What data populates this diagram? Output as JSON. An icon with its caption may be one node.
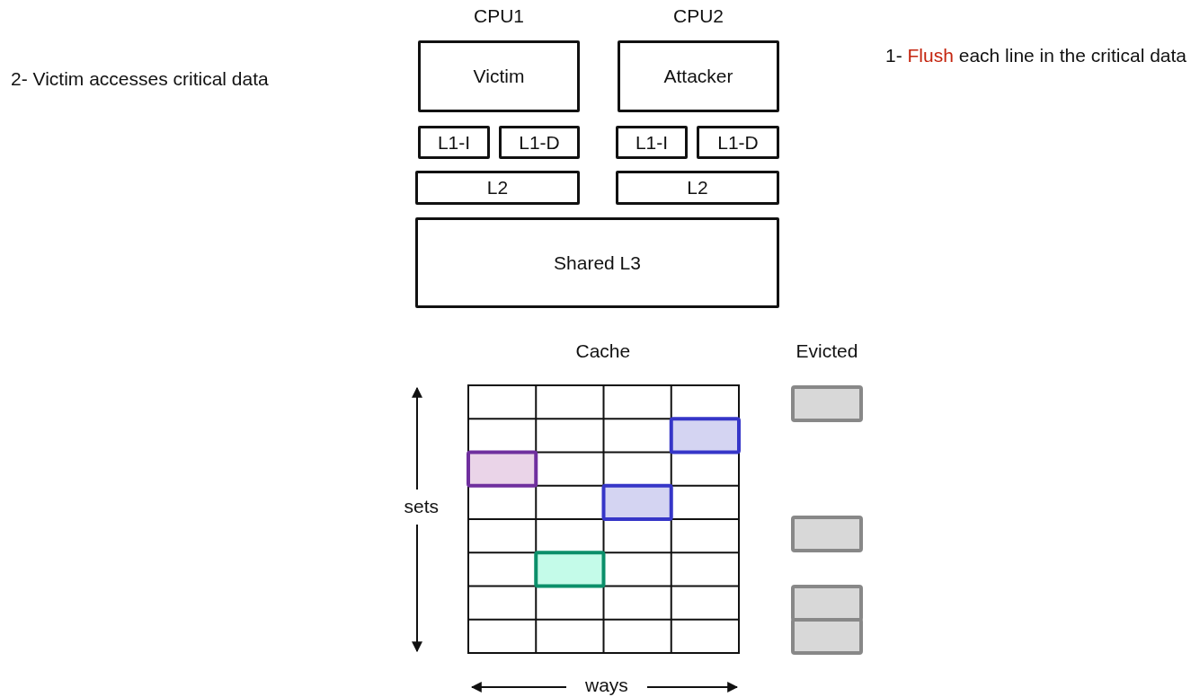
{
  "diagram": {
    "nodes": [
      {
        "text": [
          "Victim"
        ]
      },
      {
        "text": [
          "L1-I"
        ]
      },
      {
        "text": [
          "L1-D"
        ]
      },
      {
        "text": [
          "L2"
        ]
      },
      {
        "text": [
          "Attacker"
        ]
      },
      {
        "text": [
          "L1-I"
        ]
      },
      {
        "text": [
          "L1-D"
        ]
      },
      {
        "text": [
          "L2"
        ]
      },
      {
        "text": [
          "Shared L3"
        ]
      }
    ],
    "labels": [
      "CPU1",
      "CPU2",
      "1- Flush each line in the critical data",
      "2- Victim accesses critical data",
      "Cache",
      "Evicted",
      "sets",
      "ways"
    ]
  }
}
